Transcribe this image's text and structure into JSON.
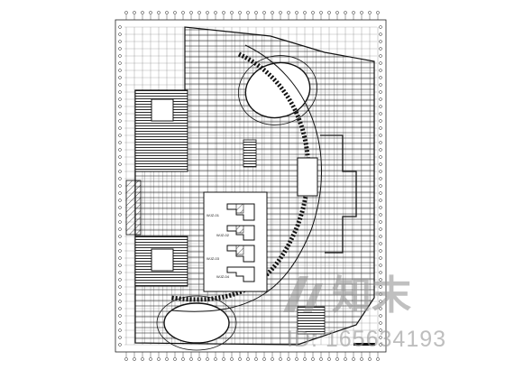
{
  "drawing": {
    "detail_labels": [
      "WJZ-01",
      "WJZ-02",
      "WJZ-03",
      "WJZ-04"
    ],
    "title_block": "",
    "colors": {
      "line": "#1a1a1a",
      "background": "#ffffff",
      "watermark": "#9a9a9a"
    }
  },
  "watermark": {
    "logo_text": "知末",
    "id_text": "ID: 165634193"
  }
}
